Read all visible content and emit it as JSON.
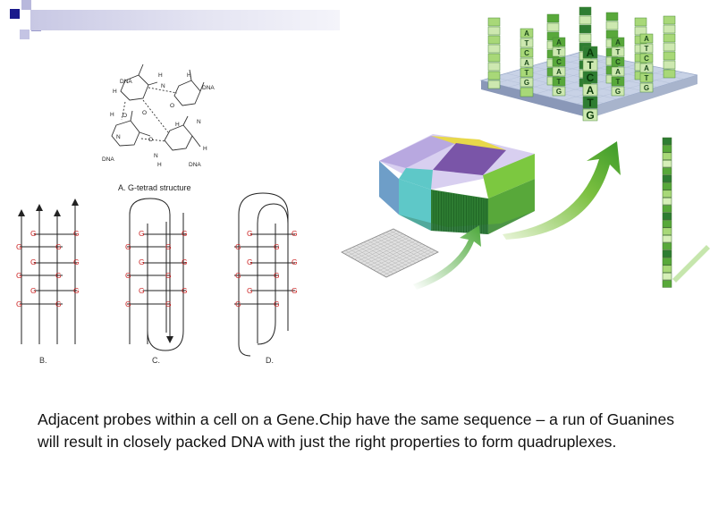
{
  "figure": {
    "tetrad_panel": {
      "dna_label": "DNA",
      "h_label": "H",
      "n_label": "N",
      "o_label": "O",
      "caption": "A. G-tetrad structure"
    },
    "topologies": {
      "base_letter": "G",
      "panel_labels": [
        "B.",
        "C.",
        "D."
      ]
    },
    "genechip": {
      "probe_bases": [
        "A",
        "T",
        "C",
        "A",
        "T",
        "G"
      ],
      "colors": {
        "green_dark": "#2e7d32",
        "green_mid": "#58a83a",
        "green_light": "#a8d878",
        "cyan": "#5ec8c8",
        "purple": "#7a55a8",
        "yellow": "#e8d84a",
        "platform": "#b8c4d8"
      }
    }
  },
  "caption": "Adjacent probes within a cell on a Gene.Chip have the same sequence – a run of Guanines will result in closely packed DNA with just the right properties to form quadruplexes."
}
